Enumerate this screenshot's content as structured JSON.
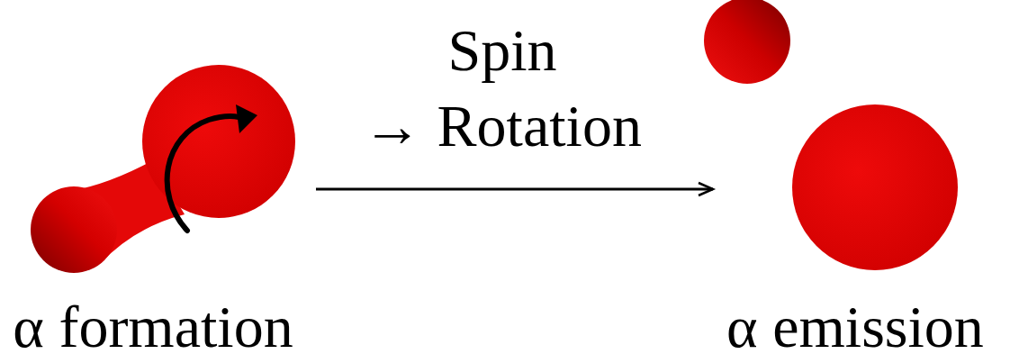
{
  "diagram": {
    "nodes": [
      {
        "text": [
          "α formation"
        ]
      },
      {
        "text": [
          "α emission"
        ]
      }
    ],
    "edges": [
      {
        "from": 0,
        "to": 1,
        "arrow": "to"
      }
    ],
    "labels": [
      "Spin",
      "→ Rotation"
    ]
  }
}
